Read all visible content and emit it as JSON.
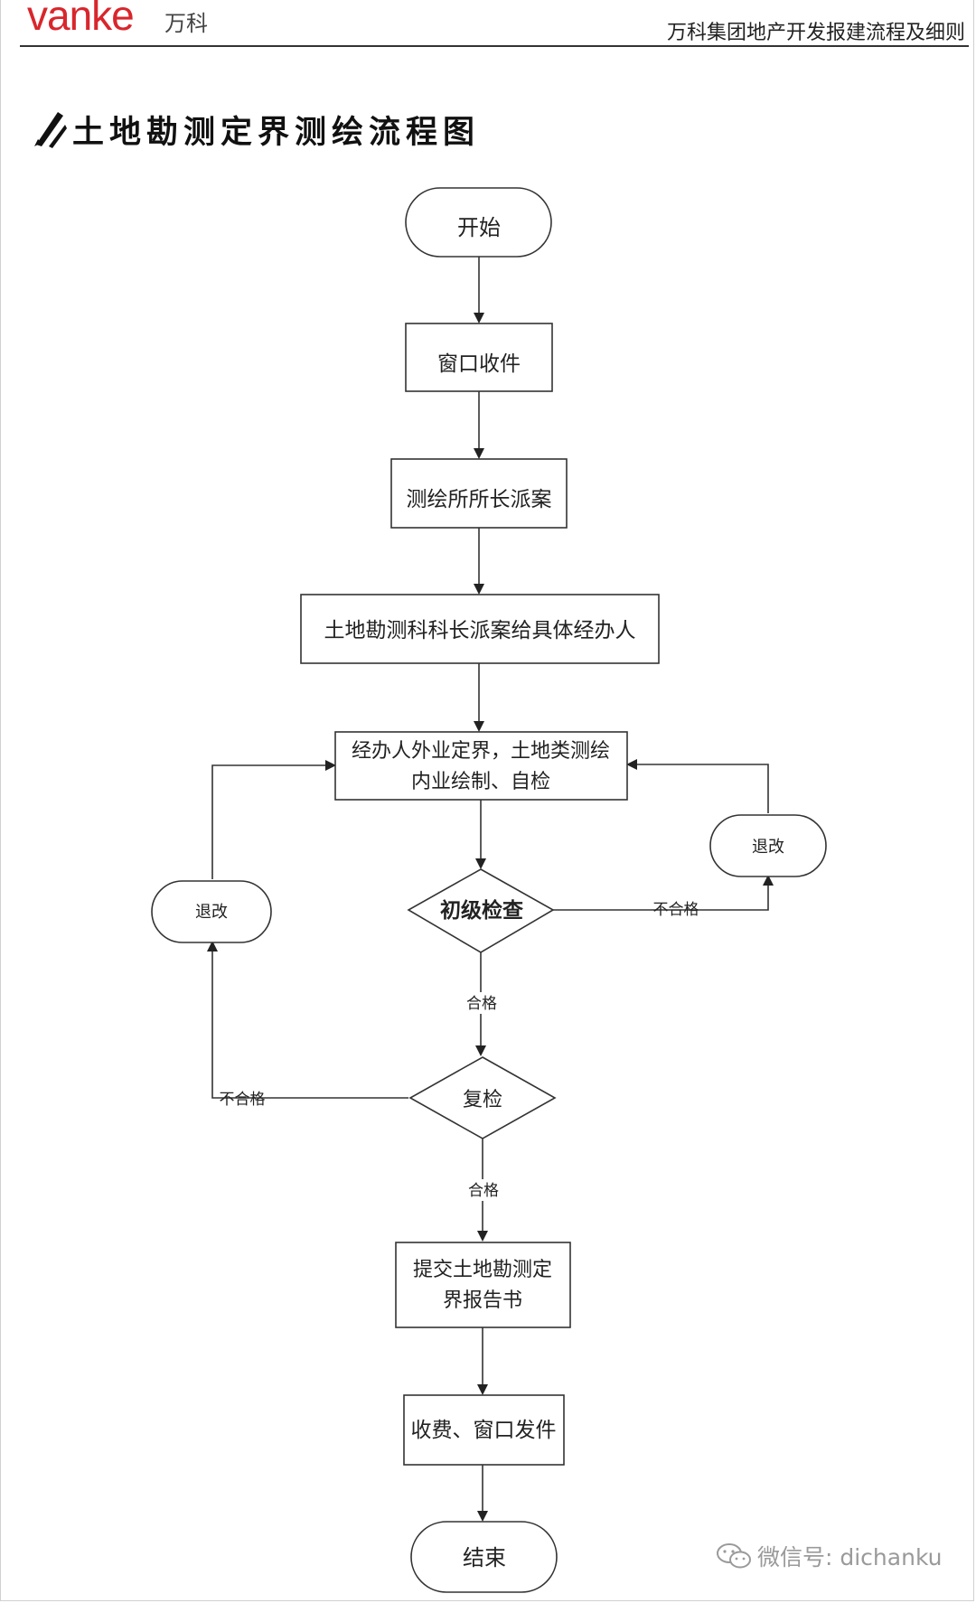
{
  "header": {
    "logo": "vanke",
    "logo_cn": "万科",
    "doc_title": "万科集团地产开发报建流程及细则",
    "brand_color": "#d8262c"
  },
  "page_title": "土地勘测定界测绘流程图",
  "flow": {
    "start": "开始",
    "step1": "窗口收件",
    "step2": "测绘所所长派案",
    "step3": "土地勘测科科长派案给具体经办人",
    "step4_line1": "经办人外业定界，土地类测绘",
    "step4_line2": "内业绘制、自检",
    "decision1": "初级检查",
    "decision2": "复检",
    "return_left": "退改",
    "return_right": "退改",
    "fail_right": "不合格",
    "fail_left": "不合格",
    "pass1": "合格",
    "pass2": "合格",
    "step5_line1": "提交土地勘测定",
    "step5_line2": "界报告书",
    "step6": "收费、窗口发件",
    "end": "结束"
  },
  "watermark": "微信号: dichanku"
}
